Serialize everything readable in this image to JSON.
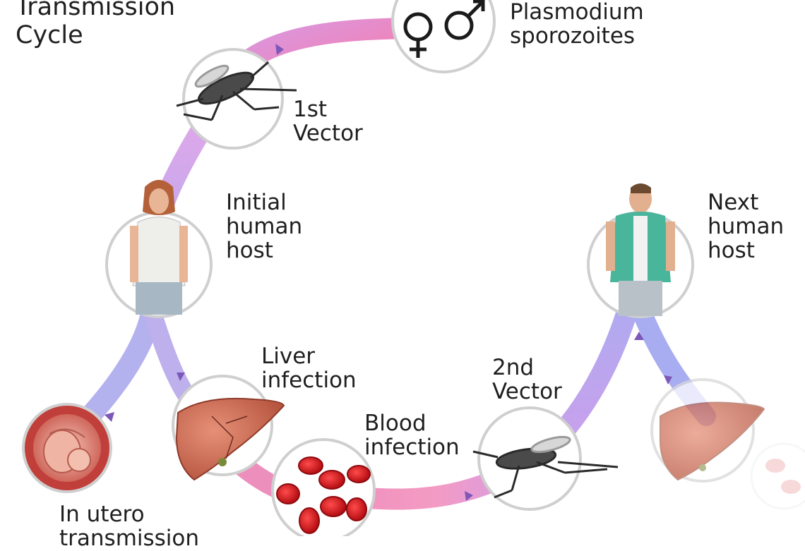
{
  "diagram": {
    "title": "Transmission\nCycle",
    "labels": {
      "plasmodium": "Plasmodium\nsporozoites",
      "first_vector": "1st\nVector",
      "initial_host": "Initial\nhuman\nhost",
      "next_host": "Next\nhuman\nhost",
      "liver": "Liver\ninfection",
      "blood": "Blood\ninfection",
      "second_vector": "2nd\nVector",
      "in_utero": "In utero\ntransmission"
    },
    "colors": {
      "pink_path": "#e9549a",
      "violet_path": "#b06ad6",
      "blue_path": "#8b86e6",
      "circle_stroke": "#cfcfcf",
      "text": "#1f1f1f"
    },
    "icons": [
      "female-symbol-icon",
      "male-symbol-icon",
      "mosquito-icon",
      "woman-icon",
      "man-icon",
      "liver-icon",
      "blood-cells-icon",
      "fetus-icon"
    ]
  }
}
